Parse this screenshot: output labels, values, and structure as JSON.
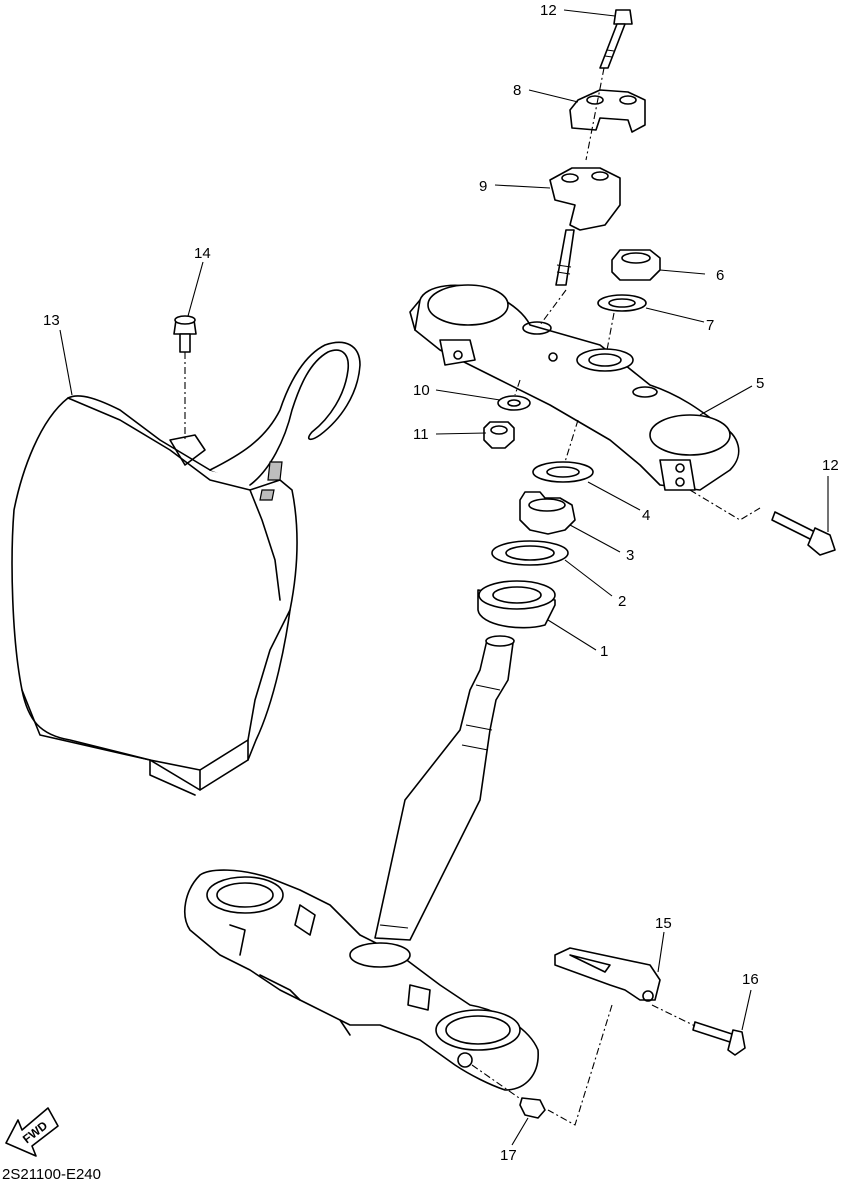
{
  "diagram_code": "2S21100-E240",
  "fwd_label": "FWD",
  "callouts": [
    {
      "id": "c1",
      "label": "1"
    },
    {
      "id": "c2",
      "label": "2"
    },
    {
      "id": "c3",
      "label": "3"
    },
    {
      "id": "c4",
      "label": "4"
    },
    {
      "id": "c5",
      "label": "5"
    },
    {
      "id": "c6",
      "label": "6"
    },
    {
      "id": "c7",
      "label": "7"
    },
    {
      "id": "c8",
      "label": "8"
    },
    {
      "id": "c9",
      "label": "9"
    },
    {
      "id": "c10",
      "label": "10"
    },
    {
      "id": "c11",
      "label": "11"
    },
    {
      "id": "c12a",
      "label": "12"
    },
    {
      "id": "c12b",
      "label": "12"
    },
    {
      "id": "c13",
      "label": "13"
    },
    {
      "id": "c14",
      "label": "14"
    },
    {
      "id": "c15",
      "label": "15"
    },
    {
      "id": "c16",
      "label": "16"
    },
    {
      "id": "c17",
      "label": "17"
    }
  ]
}
